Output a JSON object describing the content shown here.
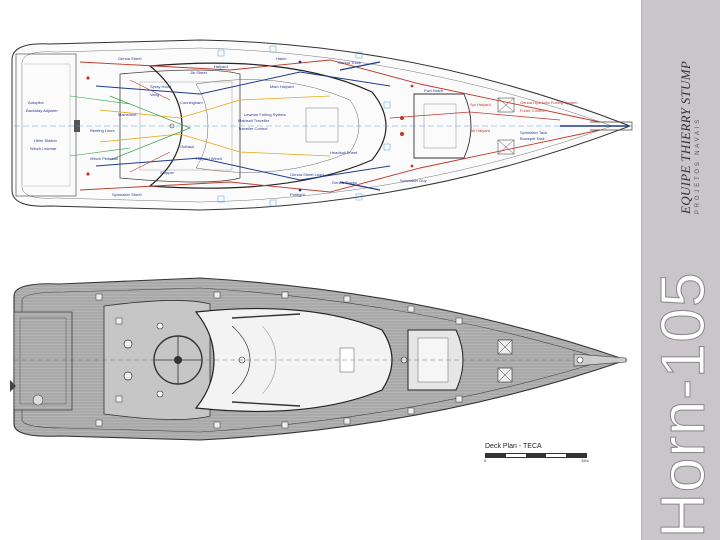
{
  "brand": {
    "studio_name": "EQUIPE THIERRY STUMP",
    "studio_subtitle": "PROJETOS NAVAIS",
    "boat_name": "Horn-105"
  },
  "deck_plan": {
    "caption": "Deck Plan - TECA",
    "scale_start": "0",
    "scale_end": "15m"
  },
  "rigging_labels": [
    "Genoa Sheet",
    "Genoa Track",
    "Genoa Tracks",
    "Spinnaker Sheet",
    "Jib Sheet",
    "Mainsheet",
    "Mainsail Traveller",
    "Traveller Control",
    "Main Halyard",
    "Reefing Lines",
    "Winch Lewmar",
    "Lewmar Furling System",
    "Halyard Winch",
    "Stopper",
    "Spi Halyard",
    "Jib Halyard",
    "Fwd Hatch",
    "Vang",
    "Backstay Adjuster",
    "Cunningham",
    "Outhaul",
    "Furler Control",
    "Genoa Hydraulic Furling System",
    "Bowsprit Tack",
    "Spinnaker Tack",
    "Spinnaker Guy",
    "Winch Pedestal",
    "Hatch",
    "Portlight",
    "Autopilot",
    "Helm Station",
    "Spray Hood",
    "Genoa Sheet Lead",
    "Halyard",
    "Headsail Sheet"
  ],
  "colors": {
    "sheet_line": "#c0392b",
    "control_line": "#1f3a8a",
    "aux_line": "#e6a817",
    "green_line": "#2e9e44",
    "deck_teak": "#a9a9a9",
    "banner": "#c9c5c9"
  }
}
